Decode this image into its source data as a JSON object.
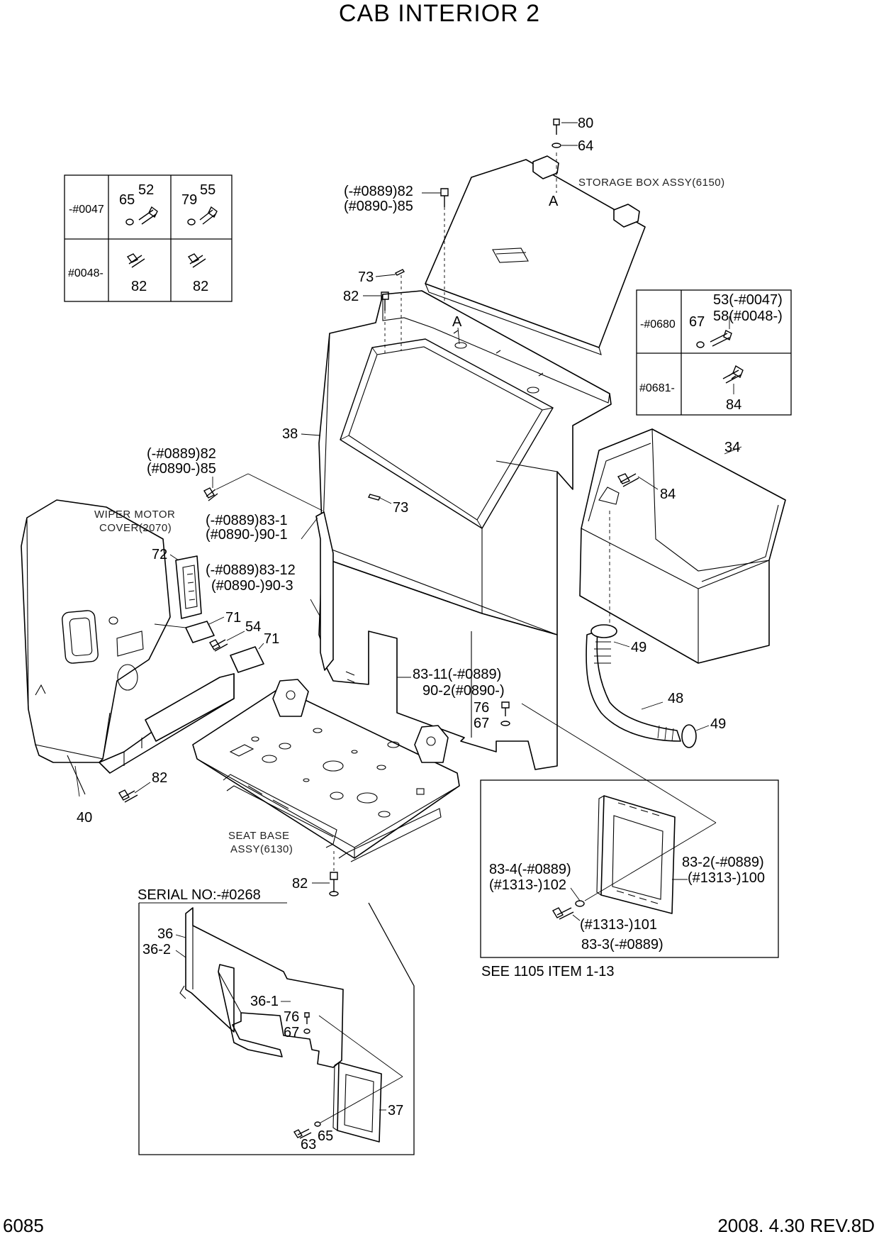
{
  "title": "CAB INTERIOR 2",
  "footer": {
    "page_number": "6085",
    "revision": "2008. 4.30 REV.8D"
  },
  "assembly_labels": {
    "storage_box": "STORAGE BOX ASSY(6150)",
    "wiper_motor_1": "WIPER MOTOR",
    "wiper_motor_2": "COVER(2070)",
    "seat_base_1": "SEAT BASE",
    "seat_base_2": "ASSY(6130)",
    "serial_no": "SERIAL NO:-#0268",
    "see_ref": "SEE 1105 ITEM 1-13"
  },
  "table_left": {
    "row1_serial": "-#0047",
    "row2_serial": "#0048-",
    "r1c1_a": "65",
    "r1c1_b": "52",
    "r1c2_a": "79",
    "r1c2_b": "55",
    "r2c1": "82",
    "r2c2": "82"
  },
  "table_right": {
    "row1_serial": "-#0680",
    "row2_serial": "#0681-",
    "r1_a": "67",
    "r1_b": "53(-#0047)",
    "r1_c": "58(#0048-)",
    "r2": "84"
  },
  "callouts": {
    "c80": "80",
    "c64": "64",
    "cA1": "A",
    "cA2": "A",
    "c82_85a_1": "(-#0889)82",
    "c82_85a_2": "(#0890-)85",
    "c73a": "73",
    "c82a": "82",
    "c38": "38",
    "c34": "34",
    "c84": "84",
    "c82_85b_1": "(-#0889)82",
    "c82_85b_2": "(#0890-)85",
    "c73b": "73",
    "c83_1a": "(-#0889)83-1",
    "c83_1b": "(#0890-)90-1",
    "c72": "72",
    "c83_12a": "(-#0889)83-12",
    "c83_12b": "(#0890-)90-3",
    "c71a": "71",
    "c54": "54",
    "c71b": "71",
    "c49a": "49",
    "c48": "48",
    "c49b": "49",
    "c83_11a": "83-11(-#0889)",
    "c83_11b": "90-2(#0890-)",
    "c76a": "76",
    "c67a": "67",
    "c82b": "82",
    "c40": "40",
    "c82c": "82",
    "c83_4a": "83-4(-#0889)",
    "c83_4b": "(#1313-)102",
    "c83_2a": "83-2(-#0889)",
    "c83_2b": "(#1313-)100",
    "c101": "(#1313-)101",
    "c83_3": "83-3(-#0889)",
    "c36": "36",
    "c36_2": "36-2",
    "c36_1": "36-1",
    "c76b": "76",
    "c67b": "67",
    "c37": "37",
    "c63": "63",
    "c65": "65"
  }
}
